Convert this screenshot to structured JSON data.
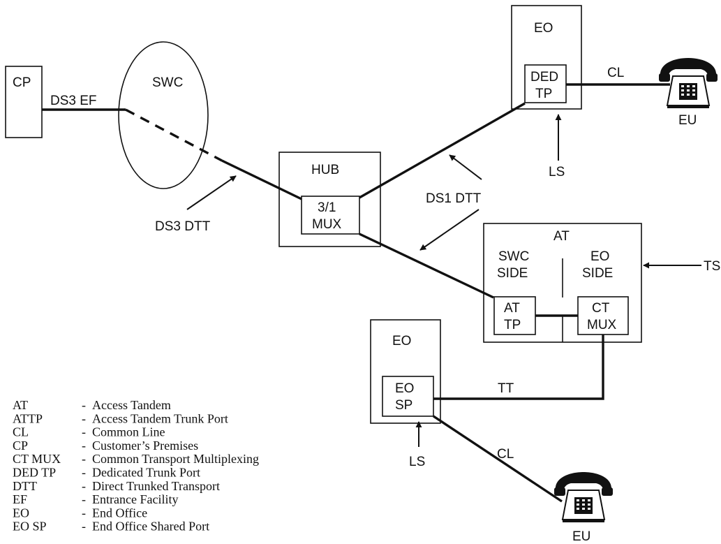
{
  "nodes": {
    "cp": "CP",
    "swc": "SWC",
    "hub": "HUB",
    "hub_mux_line1": "3/1",
    "hub_mux_line2": "MUX",
    "eo_top": "EO",
    "ded_tp_line1": "DED",
    "ded_tp_line2": "TP",
    "at": "AT",
    "swc_side_line1": "SWC",
    "swc_side_line2": "SIDE",
    "eo_side_line1": "EO",
    "eo_side_line2": "SIDE",
    "at_tp_line1": "AT",
    "at_tp_line2": "TP",
    "ct_mux_line1": "CT",
    "ct_mux_line2": "MUX",
    "eo_bottom": "EO",
    "eo_sp_line1": "EO",
    "eo_sp_line2": "SP",
    "eu_top": "EU",
    "eu_bottom": "EU"
  },
  "link_labels": {
    "ds3_ef": "DS3 EF",
    "ds3_dtt": "DS3 DTT",
    "ds1_dtt": "DS1 DTT",
    "cl_top": "CL",
    "cl_bottom": "CL",
    "tt": "TT",
    "ls_top": "LS",
    "ls_bottom": "LS",
    "ts": "TS"
  },
  "icons": {
    "telephone": "telephone-icon",
    "arrow": "arrow-icon"
  },
  "legend": [
    {
      "code": "AT",
      "desc": "Access Tandem"
    },
    {
      "code": "ATTP",
      "desc": "Access Tandem Trunk Port"
    },
    {
      "code": "CL",
      "desc": "Common Line"
    },
    {
      "code": "CP",
      "desc": "Customer’s Premises"
    },
    {
      "code": "CT MUX",
      "desc": "Common Transport Multiplexing"
    },
    {
      "code": "DED TP",
      "desc": "Dedicated Trunk Port"
    },
    {
      "code": "DTT",
      "desc": "Direct Trunked Transport"
    },
    {
      "code": "EF",
      "desc": "Entrance Facility"
    },
    {
      "code": "EO",
      "desc": "End Office"
    },
    {
      "code": "EO SP",
      "desc": "End Office Shared Port"
    }
  ],
  "legend_separator": "-"
}
